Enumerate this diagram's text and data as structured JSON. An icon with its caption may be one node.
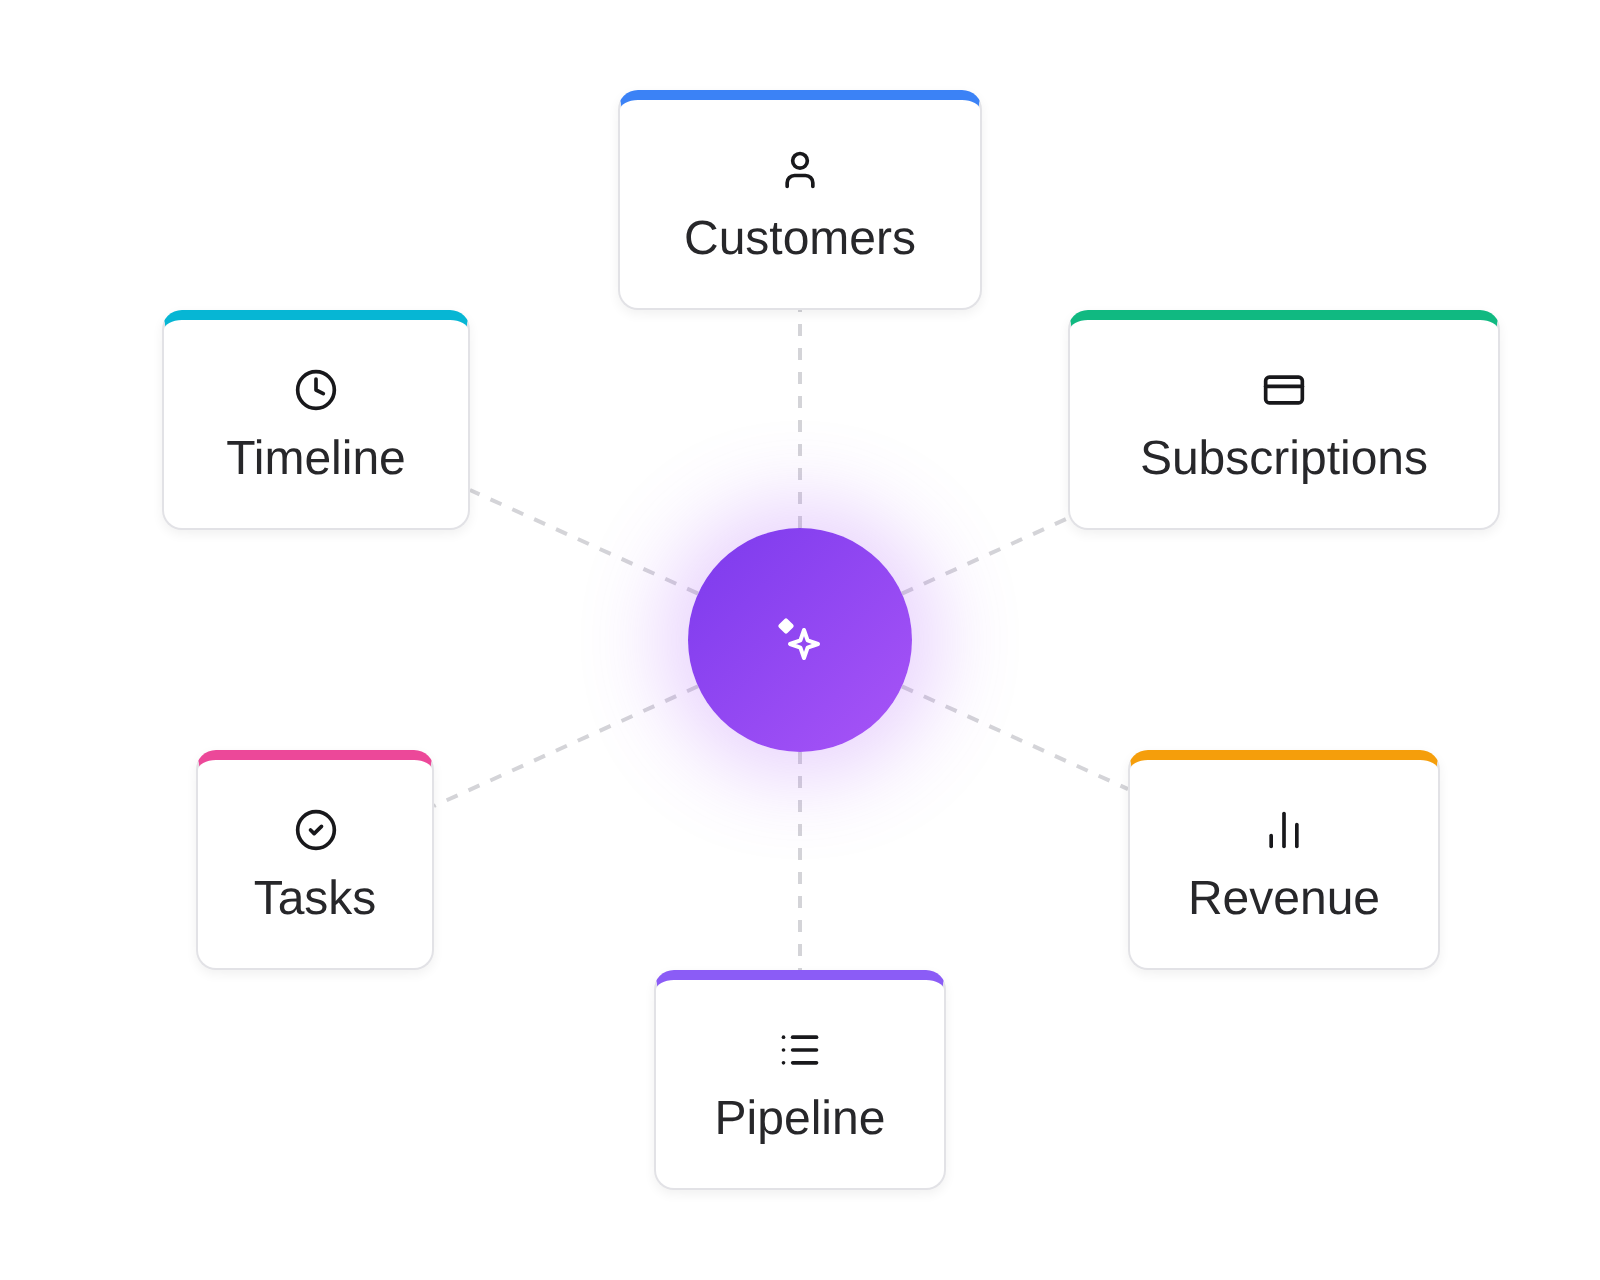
{
  "diagram": {
    "nodes": [
      {
        "text": [
          "Customers"
        ]
      },
      {
        "text": [
          "Timeline"
        ]
      },
      {
        "text": [
          "Subscriptions"
        ]
      },
      {
        "text": [],
        "shape": "circle"
      },
      {
        "text": [
          "Tasks"
        ]
      },
      {
        "text": [
          "Revenue"
        ]
      },
      {
        "text": [
          "Pipeline"
        ]
      }
    ],
    "edges": [
      {
        "from": 3,
        "to": 0,
        "arrow": "none",
        "style": "dashed"
      },
      {
        "from": 3,
        "to": 1,
        "arrow": "none",
        "style": "dashed"
      },
      {
        "from": 3,
        "to": 2,
        "arrow": "none",
        "style": "dashed"
      },
      {
        "from": 3,
        "to": 4,
        "arrow": "none",
        "style": "dashed"
      },
      {
        "from": 3,
        "to": 5,
        "arrow": "none",
        "style": "dashed"
      },
      {
        "from": 3,
        "to": 6,
        "arrow": "none",
        "style": "dashed"
      }
    ]
  }
}
